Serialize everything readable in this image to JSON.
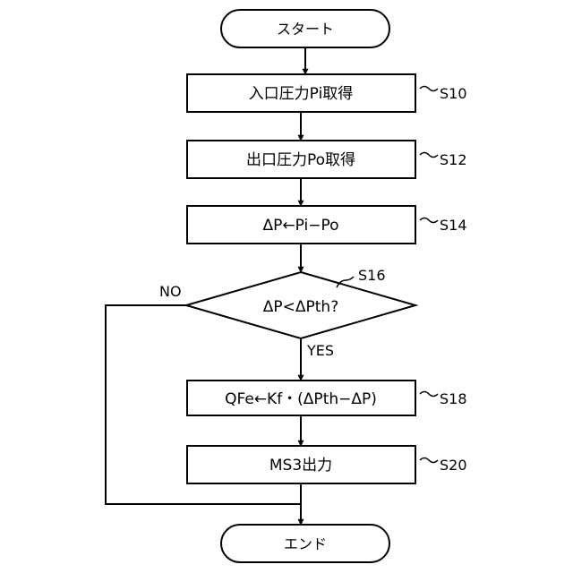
{
  "flowchart": {
    "start": "スタート",
    "end": "エンド",
    "steps": [
      {
        "text": "入口圧力Pi取得",
        "id": "S10"
      },
      {
        "text": "出口圧力Po取得",
        "id": "S12"
      },
      {
        "text": "ΔP←Pi−Po",
        "id": "S14"
      },
      {
        "text": "QFe←Kf・(ΔPth−ΔP)",
        "id": "S18"
      },
      {
        "text": "MS3出力",
        "id": "S20"
      }
    ],
    "decision": {
      "text": "ΔP<ΔPth?",
      "id": "S16",
      "yes_label": "YES",
      "no_label": "NO"
    }
  }
}
